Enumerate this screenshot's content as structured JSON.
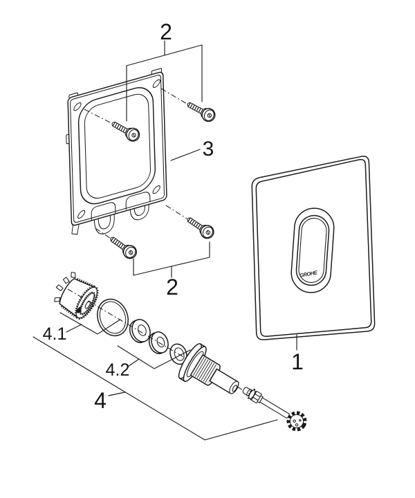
{
  "diagram": {
    "type": "exploded-parts-diagram",
    "labels": {
      "plate": "1",
      "screws_top": "2",
      "frame": "3",
      "screws_bottom": "2",
      "valve_assembly": "4",
      "cartridge_group": "4.1",
      "seal_group": "4.2"
    },
    "logo_text": "GROHE",
    "colors": {
      "line": "#1a1a1a",
      "background": "#ffffff"
    }
  }
}
